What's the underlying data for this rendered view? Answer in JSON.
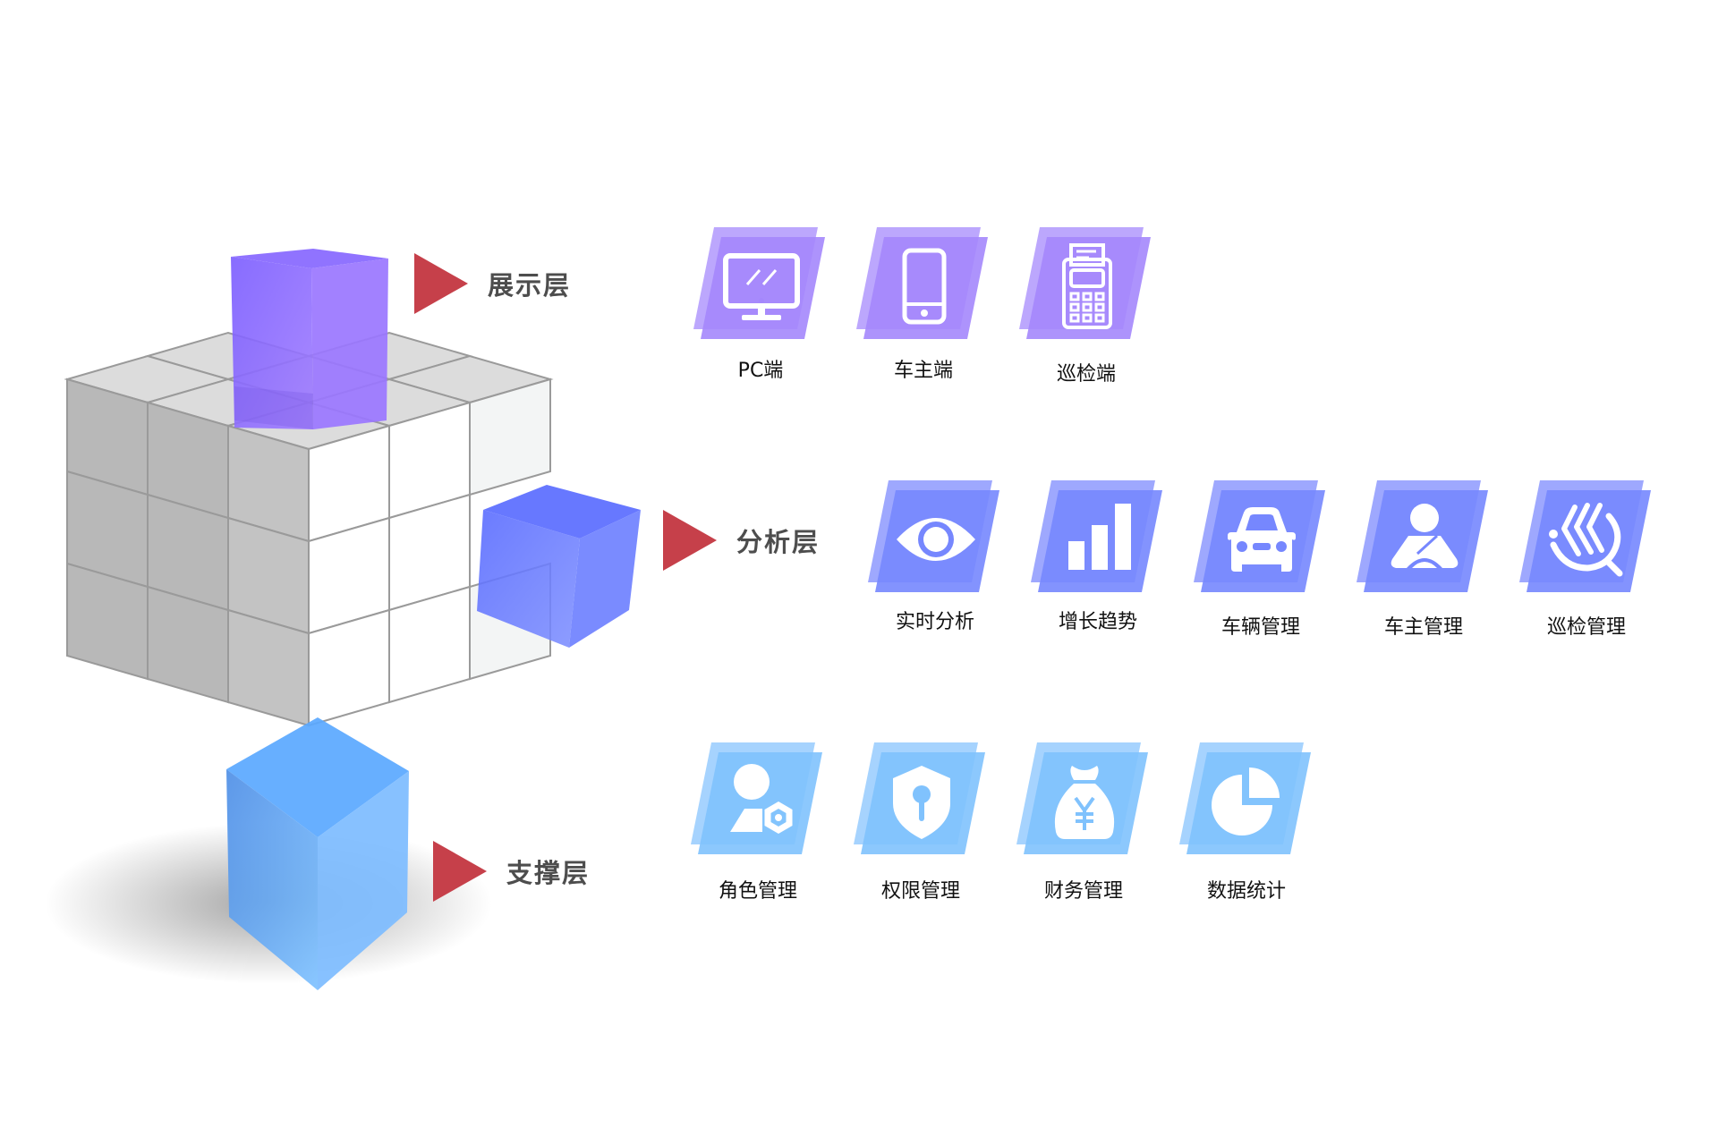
{
  "layers": [
    {
      "id": "presentation",
      "label": "展示层",
      "color": "#9b7bff"
    },
    {
      "id": "analysis",
      "label": "分析层",
      "color": "#6b7cff"
    },
    {
      "id": "support",
      "label": "支撑层",
      "color": "#5aa9ff"
    }
  ],
  "arrow_color": "#c6404a",
  "rows": {
    "presentation": {
      "tile_back": "#bca7fd",
      "tile_front": "#a487fc",
      "items": [
        {
          "label": "PC端",
          "icon": "monitor-icon"
        },
        {
          "label": "车主端",
          "icon": "smartphone-icon"
        },
        {
          "label": "巡检端",
          "icon": "pos-terminal-icon"
        }
      ]
    },
    "analysis": {
      "tile_back": "#9ea8fe",
      "tile_front": "#7687fe",
      "items": [
        {
          "label": "实时分析",
          "icon": "eye-icon"
        },
        {
          "label": "增长趋势",
          "icon": "bar-chart-icon"
        },
        {
          "label": "车辆管理",
          "icon": "car-icon"
        },
        {
          "label": "车主管理",
          "icon": "driver-icon"
        },
        {
          "label": "巡检管理",
          "icon": "patrol-search-icon"
        }
      ]
    },
    "support": {
      "tile_back": "#a6d3fe",
      "tile_front": "#80c2fd",
      "items": [
        {
          "label": "角色管理",
          "icon": "user-settings-icon"
        },
        {
          "label": "权限管理",
          "icon": "shield-lock-icon"
        },
        {
          "label": "财务管理",
          "icon": "money-bag-icon"
        },
        {
          "label": "数据统计",
          "icon": "pie-chart-icon"
        }
      ]
    }
  }
}
